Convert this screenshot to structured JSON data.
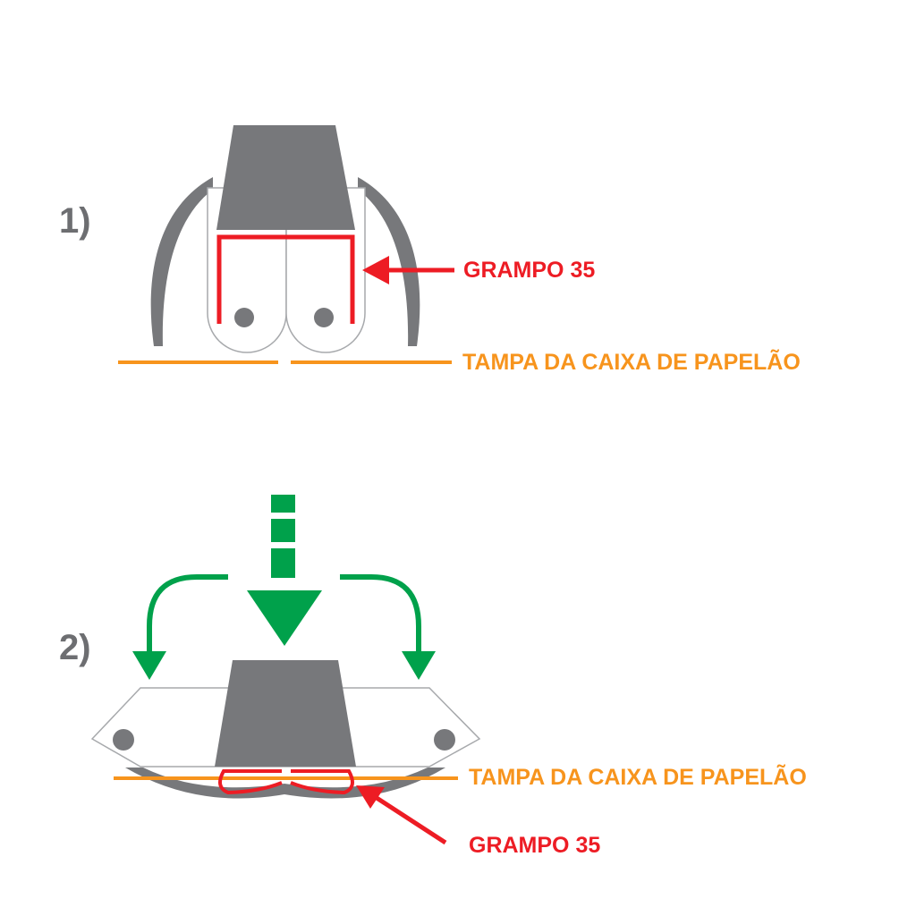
{
  "colors": {
    "gray": "#77787b",
    "light_gray": "#a7a9ac",
    "red": "#ed1c24",
    "orange": "#f7941d",
    "green": "#00a14b",
    "label_gray": "#6d6e71"
  },
  "step1": {
    "number": "1)",
    "staple_label": "GRAMPO 35",
    "lid_label": "TAMPA DA CAIXA DE PAPELÃO"
  },
  "step2": {
    "number": "2)",
    "lid_label": "TAMPA DA CAIXA DE PAPELÃO",
    "staple_label": "GRAMPO 35"
  }
}
